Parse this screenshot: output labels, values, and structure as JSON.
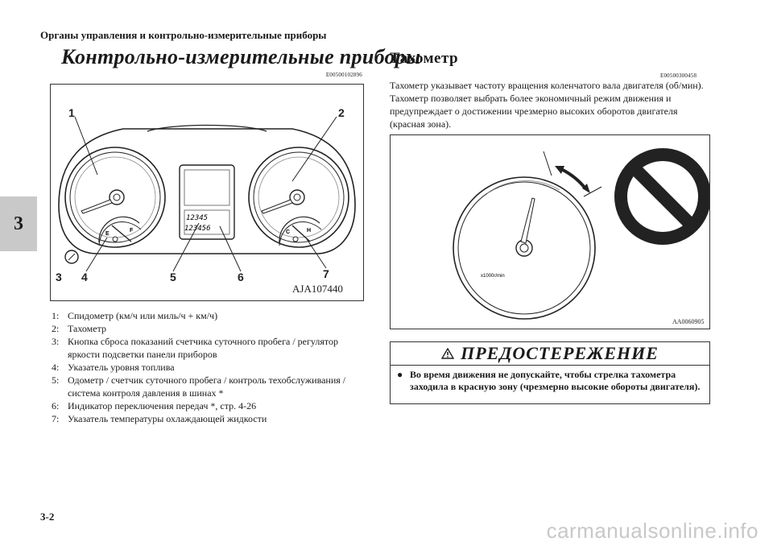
{
  "header": {
    "section_title": "Органы управления и контрольно-измерительные приборы"
  },
  "chapter_tab": "3",
  "left": {
    "title": "Контрольно-измерительные приборы",
    "code": "E00500102896",
    "figure": {
      "id": "AJA107440",
      "callouts": [
        "1",
        "2",
        "3",
        "4",
        "5",
        "6",
        "7"
      ],
      "display_top": "12345",
      "display_bottom": "123456",
      "fuel_e": "E",
      "fuel_f": "F",
      "temp_c": "C",
      "temp_h": "H"
    },
    "legend": [
      {
        "num": "1:",
        "text": "Спидометр (км/ч или миль/ч + км/ч)"
      },
      {
        "num": "2:",
        "text": "Тахометр"
      },
      {
        "num": "3:",
        "text": "Кнопка сброса показаний счетчика суточного пробега / регулятор яркости подсветки панели приборов"
      },
      {
        "num": "4:",
        "text": "Указатель уровня топлива"
      },
      {
        "num": "5:",
        "text": "Одометр / счетчик суточного пробега / контроль техобслуживания / система контроля давления в шинах *"
      },
      {
        "num": "6:",
        "text": "Индикатор переключения передач *, стр. 4-26"
      },
      {
        "num": "7:",
        "text": "Указатель температуры охлаждающей жидкости"
      }
    ]
  },
  "right": {
    "title": "Тахометр",
    "code": "E00500300458",
    "body": "Тахометр указывает частоту вращения коленчатого вала двигателя (об/мин). Тахометр позволяет выбрать более экономичный режим движения и предупреждает о достижении чрезмерно высоких оборотов двигателя (красная зона).",
    "figure": {
      "id": "AA0060905",
      "unit": "x1000r/min"
    },
    "warning": {
      "title": "ПРЕДОСТЕРЕЖЕНИЕ",
      "bullet": "●",
      "text": "Во время движения не допускайте, чтобы стрелка тахометра заходила в красную зону (чрезмерно высокие обороты двигателя)."
    }
  },
  "footer": {
    "page_number": "3-2",
    "watermark": "carmanualsonline.info"
  }
}
